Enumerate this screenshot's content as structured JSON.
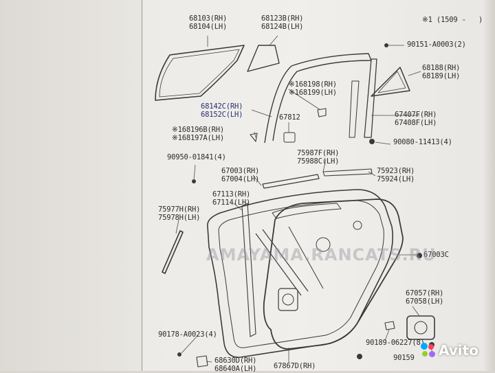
{
  "header": {
    "ref_code": "※1 (1509 -",
    "ref_tail": ")"
  },
  "parts": [
    {
      "id": "p68103",
      "lines": [
        "68103(RH)",
        "68104(LH)"
      ]
    },
    {
      "id": "p68123",
      "lines": [
        "68123B(RH)",
        "68124B(LH)"
      ]
    },
    {
      "id": "p90151",
      "lines": [
        "90151-A0003(2)"
      ]
    },
    {
      "id": "p68188",
      "lines": [
        "68188(RH)",
        "68189(LH)"
      ]
    },
    {
      "id": "p168198",
      "lines": [
        "※168198(RH)",
        "※168199(LH)"
      ]
    },
    {
      "id": "p68142",
      "lines": [
        "68142C(RH)",
        "68152C(LH)"
      ]
    },
    {
      "id": "p67407",
      "lines": [
        "67407F(RH)",
        "67408F(LH)"
      ]
    },
    {
      "id": "p67812",
      "lines": [
        "67812"
      ]
    },
    {
      "id": "p168196",
      "lines": [
        "※168196B(RH)",
        "※168197A(LH)"
      ]
    },
    {
      "id": "p90080",
      "lines": [
        "90080-11413(4)"
      ]
    },
    {
      "id": "p75987",
      "lines": [
        "75987F(RH)",
        "75988C(LH)"
      ]
    },
    {
      "id": "p90950",
      "lines": [
        "90950-01841(4)"
      ]
    },
    {
      "id": "p67003",
      "lines": [
        "67003(RH)",
        "67004(LH)"
      ]
    },
    {
      "id": "p75923",
      "lines": [
        "75923(RH)",
        "75924(LH)"
      ]
    },
    {
      "id": "p67113",
      "lines": [
        "67113(RH)",
        "67114(LH)"
      ]
    },
    {
      "id": "p75977",
      "lines": [
        "75977H(RH)",
        "75978H(LH)"
      ]
    },
    {
      "id": "p67003c",
      "lines": [
        "67003C"
      ]
    },
    {
      "id": "p67057",
      "lines": [
        "67057(RH)",
        "67058(LH)"
      ]
    },
    {
      "id": "p90178",
      "lines": [
        "90178-A0023(4)"
      ]
    },
    {
      "id": "p90189",
      "lines": [
        "90189-06227(8)"
      ]
    },
    {
      "id": "p68630",
      "lines": [
        "68630D(RH)",
        "68640A(LH)"
      ]
    },
    {
      "id": "p67867",
      "lines": [
        "67867D(RH)"
      ]
    },
    {
      "id": "p90159",
      "lines": [
        "90159"
      ]
    }
  ],
  "watermark": "AMAYAMA.RANCATS.RU",
  "brand": {
    "name": "Avito"
  },
  "colors": {
    "ink": "#2b2b2b",
    "paper": "#efeeeb"
  }
}
